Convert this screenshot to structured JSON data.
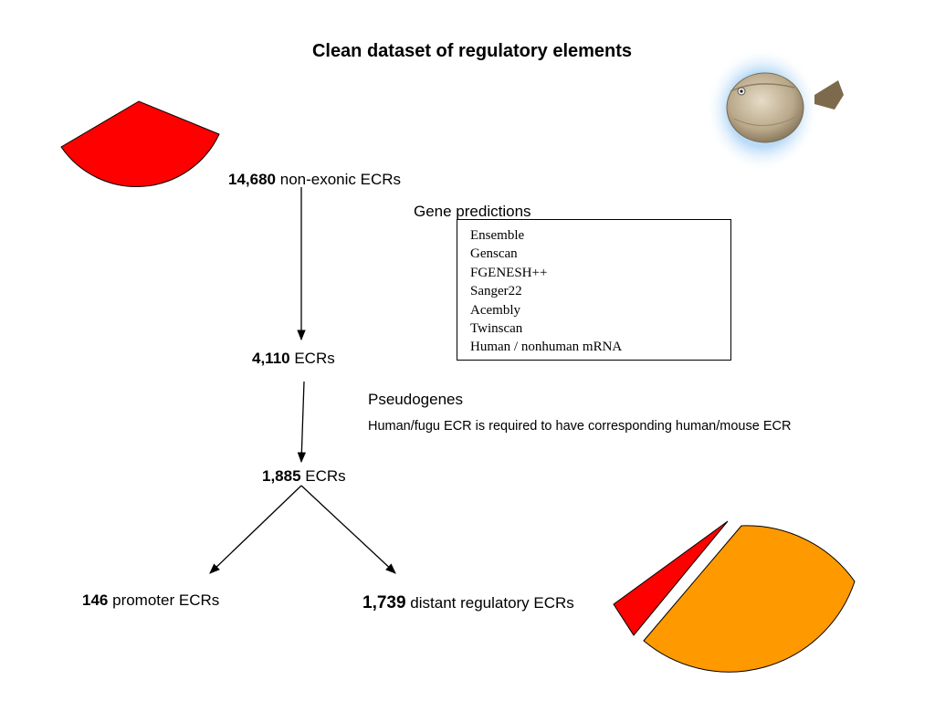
{
  "title": "Clean dataset of regulatory elements",
  "flow": {
    "step1": {
      "number": "14,680",
      "label": "non-exonic ECRs"
    },
    "step2": {
      "number": "4,110",
      "label": "ECRs"
    },
    "step3": {
      "number": "1,885",
      "label": "ECRs"
    },
    "promoter": {
      "number": "146",
      "label": "promoter ECRs"
    },
    "distant": {
      "number": "1,739",
      "label": "distant regulatory ECRs"
    }
  },
  "gene_predictions": {
    "title": "Gene predictions",
    "items": [
      "Ensemble",
      "Genscan",
      "FGENESH++",
      "Sanger22",
      "Acembly",
      "Twinscan",
      "Human / nonhuman mRNA"
    ]
  },
  "pseudogenes": {
    "title": "Pseudogenes",
    "note": "Human/fugu ECR is required to have corresponding human/mouse ECR"
  },
  "colors": {
    "red": "#ff0000",
    "orange": "#ff9900",
    "glow": "#9cc6e8",
    "fish_body": "#c7b79a"
  },
  "icons": {
    "pie_left": "red-sector",
    "pie_right": "exploded-pie",
    "fish": "pufferfish-picture"
  }
}
